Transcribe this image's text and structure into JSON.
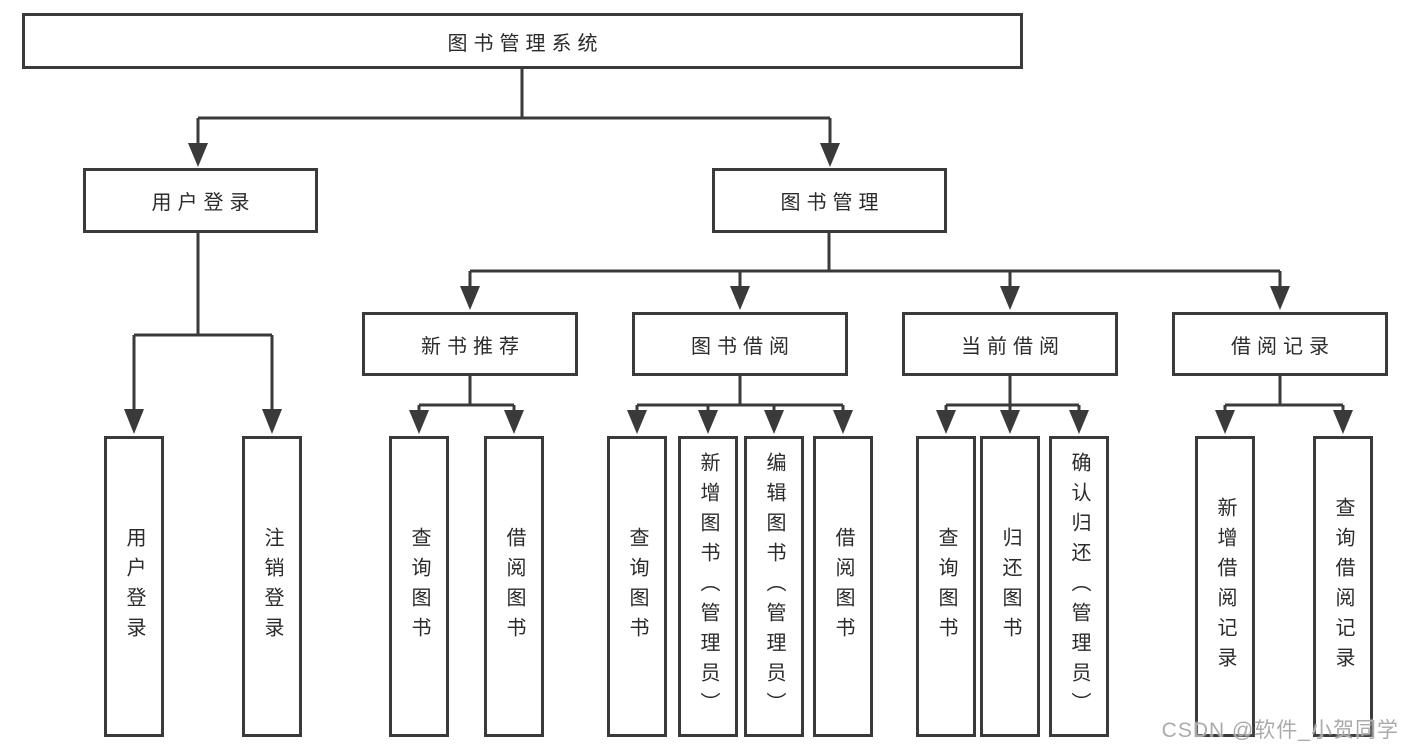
{
  "colors": {
    "line": "#3a3a3a",
    "text": "#2b2b2b",
    "box-bg": "#ffffff",
    "page-bg": "#ffffff",
    "watermark": "#ababab"
  },
  "tree": {
    "root": {
      "label": "图书管理系统"
    },
    "branches": [
      {
        "label": "用户登录",
        "children": [
          {
            "label": "用户登录"
          },
          {
            "label": "注销登录"
          }
        ]
      },
      {
        "label": "图书管理",
        "children": [
          {
            "label": "新书推荐",
            "children": [
              {
                "label": "查询图书"
              },
              {
                "label": "借阅图书"
              }
            ]
          },
          {
            "label": "图书借阅",
            "children": [
              {
                "label": "查询图书"
              },
              {
                "label": "新增图书（管理员）"
              },
              {
                "label": "编辑图书（管理员）"
              },
              {
                "label": "借阅图书"
              }
            ]
          },
          {
            "label": "当前借阅",
            "children": [
              {
                "label": "查询图书"
              },
              {
                "label": "归还图书"
              },
              {
                "label": "确认归还（管理员）"
              }
            ]
          },
          {
            "label": "借阅记录",
            "children": [
              {
                "label": "新增借阅记录"
              },
              {
                "label": "查询借阅记录"
              }
            ]
          }
        ]
      }
    ]
  },
  "watermark": "CSDN @软件_小贺同学"
}
